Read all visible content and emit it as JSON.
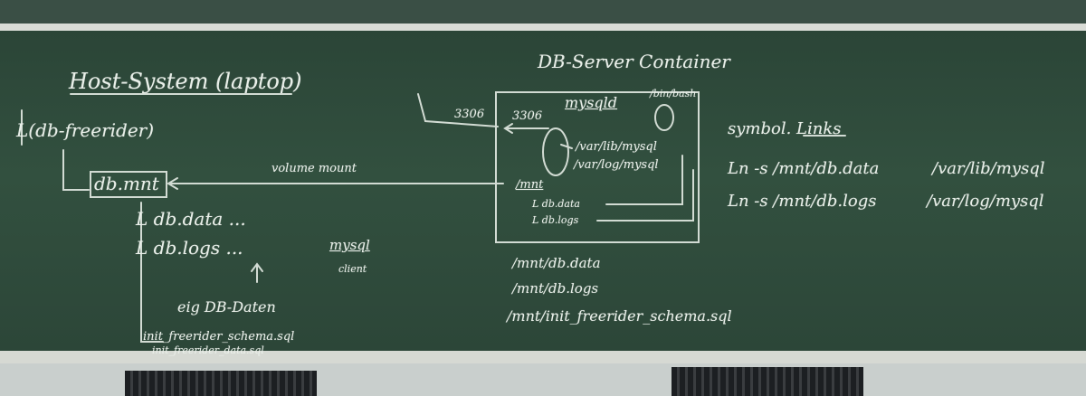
{
  "colors": {
    "board": "#2f4a3c",
    "board_dark": "#243a2f",
    "wall": "#c9cfcd",
    "frame": "#d9dcd6",
    "chalk": "#e9efe9",
    "radiator": "#1c1f22"
  },
  "board": {
    "host_title": "Host-System (laptop)",
    "host_root": "L(db-freerider)",
    "host_mount": "db.mnt",
    "host_data": "L db.data ...",
    "host_logs": "L db.logs ...",
    "arrow_label": "eig DB-Daten",
    "init_schema": "init_freerider_schema.sql",
    "init_data": "init_freerider_data.sql",
    "volume_label": "volume mount",
    "client_label": "mysql",
    "client_sub": "client",
    "container_title": "DB-Server Container",
    "port_host": "3306",
    "port_container": "3306",
    "daemon": "mysqld",
    "bin_path": "/bin/bash",
    "var_lib": "/var/lib/mysql",
    "var_log": "/var/log/mysql",
    "mnt_root": "/mnt",
    "mnt_data": "L db.data",
    "mnt_logs": "L db.logs",
    "below_1": "/mnt/db.data",
    "below_2": "/mnt/db.logs",
    "below_3": "/mnt/init_freerider_schema.sql",
    "symlink_title": "symbol. Links",
    "symlink_1_cmd": "Ln -s /mnt/db.data",
    "symlink_1_target": "/var/lib/mysql",
    "symlink_2_cmd": "Ln -s /mnt/db.logs",
    "symlink_2_target": "/var/log/mysql"
  }
}
